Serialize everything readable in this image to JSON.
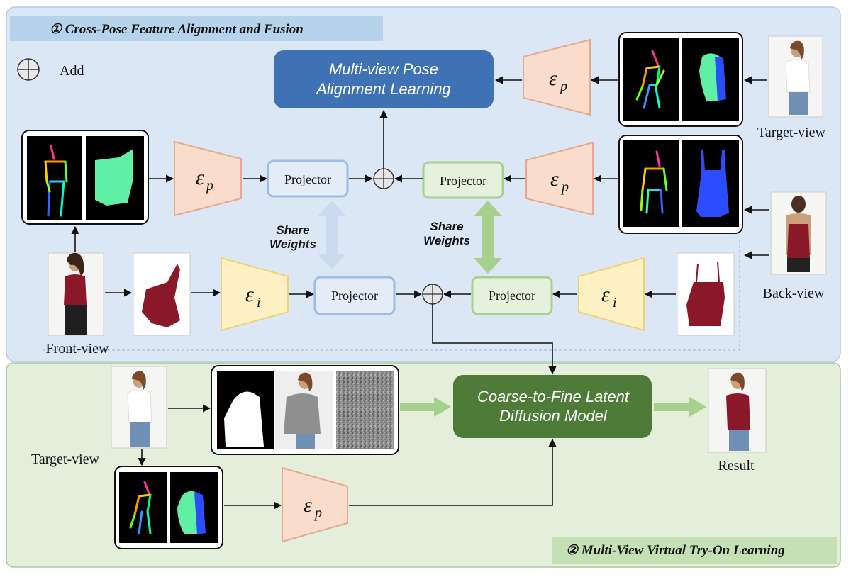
{
  "stage1": {
    "title": "① Cross-Pose Feature Alignment and Fusion",
    "legend_add": "Add",
    "mvpal_line1": "Multi-view Pose",
    "mvpal_line2": "Alignment Learning",
    "projector": "Projector",
    "share1_line1": "Share",
    "share1_line2": "Weights",
    "share2_line1": "Share",
    "share2_line2": "Weights",
    "enc_p": "ε",
    "enc_p_sub": "p",
    "enc_i": "ε",
    "enc_i_sub": "i",
    "target_view": "Target-view",
    "back_view": "Back-view",
    "front_view": "Front-view"
  },
  "stage2": {
    "title": "② Multi-View Virtual Try-On Learning",
    "ldm_line1": "Coarse-to-Fine Latent",
    "ldm_line2": "Diffusion Model",
    "target_view": "Target-view",
    "result": "Result"
  },
  "colors": {
    "stage1_bg": "#dce7f6",
    "stage2_bg": "#e3efdb",
    "mvpal_fill": "#3f72b4",
    "ldm_fill": "#4f7b39",
    "enc_p_fill": "#f9dccb",
    "enc_p_stroke": "#e7a98b",
    "enc_i_fill": "#fdf1c4",
    "enc_i_stroke": "#f1d272",
    "proj_blue_stroke": "#9ebbe3",
    "proj_green_stroke": "#a8d08d",
    "garment_red": "#8a1828",
    "pose_green": "#5ff0a6",
    "pose_blue": "#2b4dff"
  }
}
